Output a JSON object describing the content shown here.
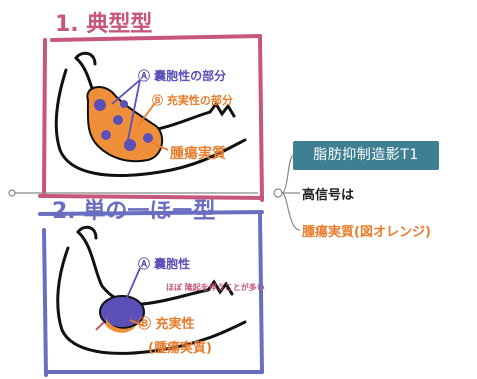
{
  "panel1": {
    "title": "1. 典型型",
    "label_a": "Ⓐ 囊胞性の部分",
    "label_b": "Ⓑ 充実性の部分",
    "label_tumor": "腫瘍実質",
    "frame_color": "#c8557c"
  },
  "panel2": {
    "title": "2. 単の一ほー型",
    "label_a": "Ⓐ 囊胞性",
    "label_note": "ほぼ 隆起を伴うことが多い",
    "label_b": "Ⓑ 充実性",
    "label_tumor": "(腫瘍実質)",
    "frame_color": "#6a6ec0"
  },
  "mindmap": {
    "root_tag": "脂肪抑制造影T1",
    "child1": "高信号は",
    "child2": "腫瘍実質(図オレンジ)",
    "tag_color": "#3f7f93",
    "accent_color": "#e87d2e"
  }
}
